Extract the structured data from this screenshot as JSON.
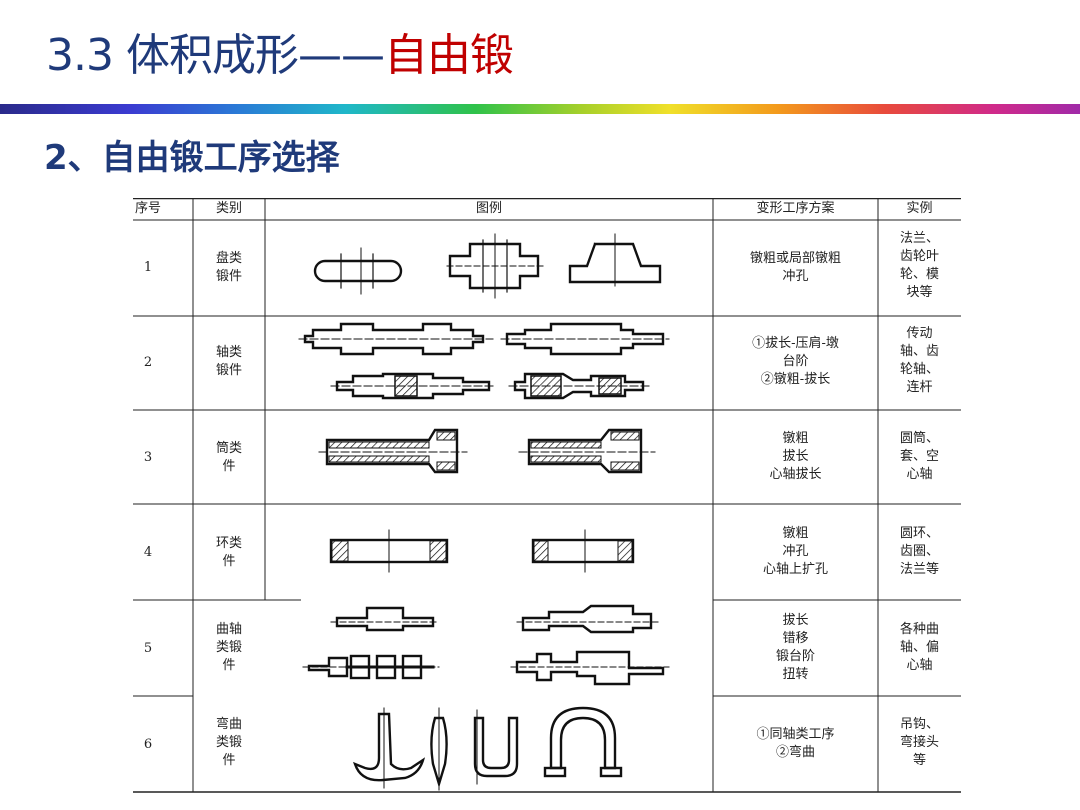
{
  "slide": {
    "title_num": "3.3",
    "title_main": "体积成形——",
    "title_red": "自由锻",
    "subtitle": "2、自由锻工序选择"
  },
  "table": {
    "headers": [
      "序号",
      "类别",
      "图例",
      "变形工序方案",
      "实例"
    ],
    "rows": [
      {
        "no": "1",
        "cat": [
          "盘类",
          "锻件"
        ],
        "plan": [
          "镦粗或局部镦粗",
          "冲孔"
        ],
        "ex": [
          "法兰、",
          "齿轮叶",
          "轮、模",
          "块等"
        ]
      },
      {
        "no": "2",
        "cat": [
          "轴类",
          "锻件"
        ],
        "plan": [
          "①拔长-压肩-墩",
          "台阶",
          "②镦粗-拔长"
        ],
        "ex": [
          "传动",
          "轴、齿",
          "轮轴、",
          "连杆"
        ]
      },
      {
        "no": "3",
        "cat": [
          "筒类",
          "件"
        ],
        "plan": [
          "镦粗",
          "拔长",
          "心轴拔长"
        ],
        "ex": [
          "圆筒、",
          "套、空",
          "心轴"
        ]
      },
      {
        "no": "4",
        "cat": [
          "环类",
          "件"
        ],
        "plan": [
          "镦粗",
          "冲孔",
          "心轴上扩孔"
        ],
        "ex": [
          "圆环、",
          "齿圈、",
          "法兰等"
        ]
      },
      {
        "no": "5",
        "cat": [
          "曲轴",
          "类锻",
          "件"
        ],
        "plan": [
          "拔长",
          "错移",
          "锻台阶",
          "扭转"
        ],
        "ex": [
          "各种曲",
          "轴、偏",
          "心轴"
        ]
      },
      {
        "no": "6",
        "cat": [
          "弯曲",
          "类锻",
          "件"
        ],
        "plan": [
          "①同轴类工序",
          "②弯曲"
        ],
        "ex": [
          "吊钩、",
          "弯接头",
          "等"
        ]
      }
    ]
  }
}
